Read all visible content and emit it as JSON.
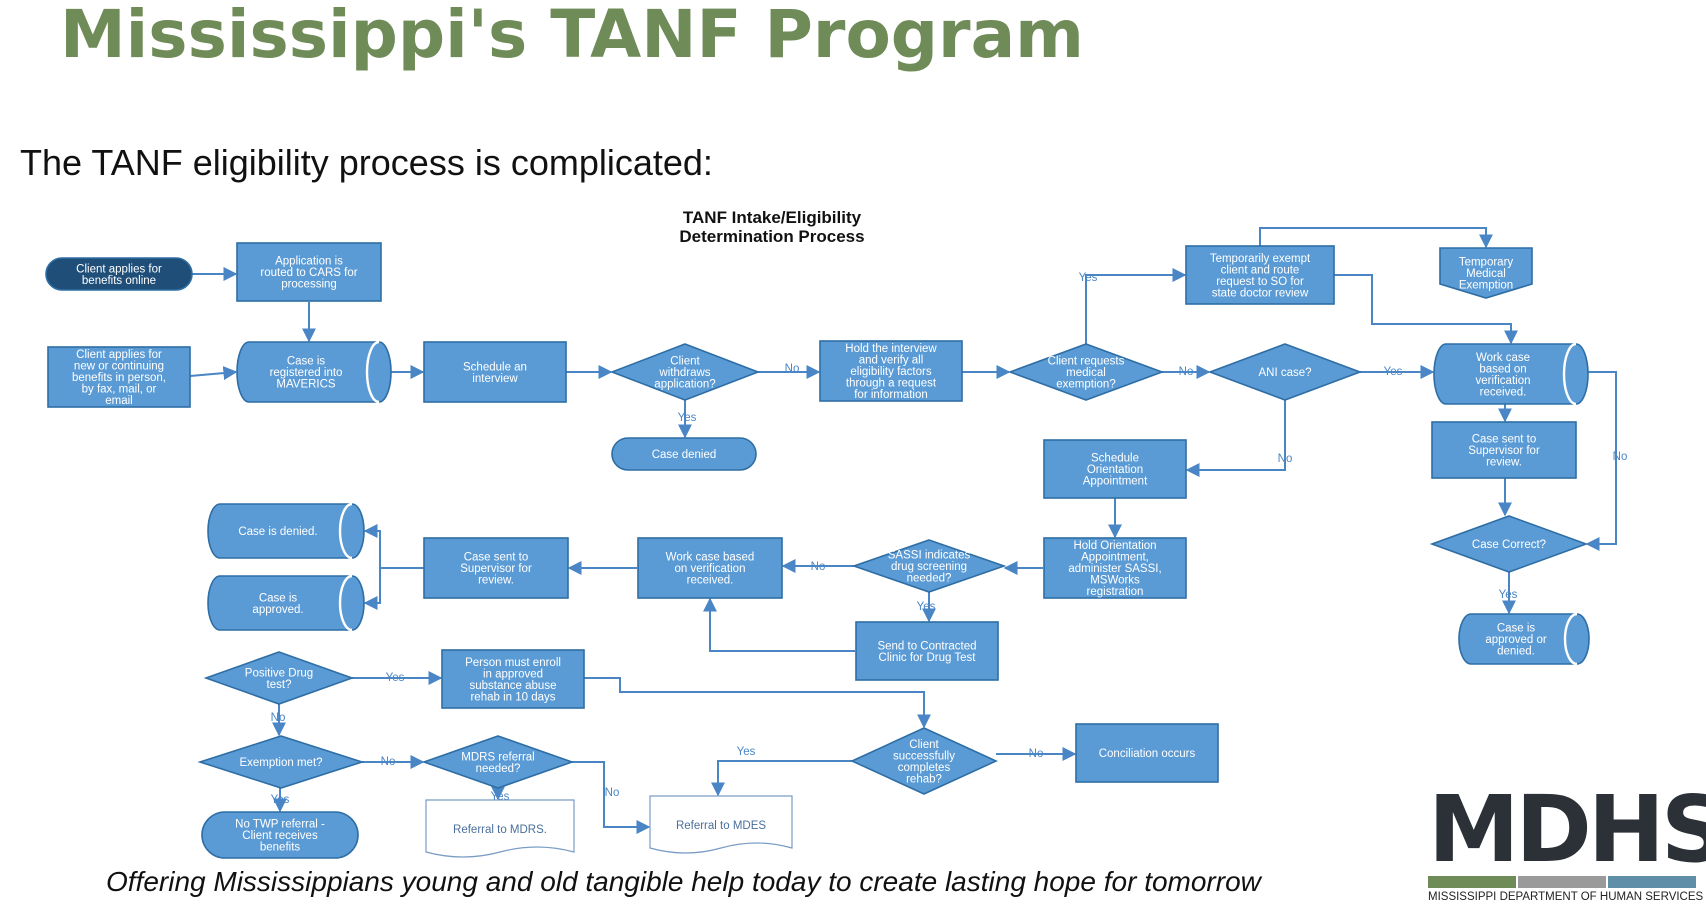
{
  "title": "Mississippi's TANF Program",
  "subtitle": "The TANF eligibility process is complicated:",
  "tagline": "Offering Mississippians young and old tangible help today to create lasting hope for tomorrow",
  "logo": {
    "text": "MDHS",
    "caption": "MISSISSIPPI DEPARTMENT OF HUMAN SERVICES",
    "bar_colors": [
      "#6f8b57",
      "#9a9a9a",
      "#5f8fa8"
    ]
  },
  "colors": {
    "shape_fill": "#5b9bd5",
    "shape_stroke": "#2e6ea5",
    "dark_fill": "#1f4e79",
    "arrow": "#4a86c5",
    "text": "#ffffff"
  },
  "flowchart": {
    "title_line1": "TANF Intake/Eligibility",
    "title_line2": "Determination Process",
    "nodes": {
      "n1": [
        "Client applies for",
        "benefits online"
      ],
      "n2": [
        "Application is",
        "routed to CARS for",
        "processing"
      ],
      "n3": [
        "Client applies for",
        "new or continuing",
        "benefits in person,",
        "by fax, mail, or",
        "email"
      ],
      "n4": [
        "Case is",
        "registered into",
        "MAVERICS"
      ],
      "n5": [
        "Schedule an",
        "interview"
      ],
      "n6": [
        "Client",
        "withdraws",
        "application?"
      ],
      "n7": [
        "Case denied"
      ],
      "n8": [
        "Hold the interview",
        "and verify all",
        "eligibility factors",
        "through a request",
        "for information"
      ],
      "n9": [
        "Client requests",
        "medical",
        "exemption?"
      ],
      "n10": [
        "Temporarily exempt",
        "client and route",
        "request to SO for",
        "state doctor review"
      ],
      "n11": [
        "Temporary",
        "Medical",
        "Exemption"
      ],
      "n12": [
        "ANI case?"
      ],
      "n13": [
        "Work case",
        "based on",
        "verification",
        "received."
      ],
      "n14": [
        "Case sent to",
        "Supervisor for",
        "review."
      ],
      "n15": [
        "Case Correct?"
      ],
      "n16": [
        "Case is",
        "approved or",
        "denied."
      ],
      "n17": [
        "Schedule",
        "Orientation",
        "Appointment"
      ],
      "n18": [
        "Hold Orientation",
        "Appointment,",
        "administer SASSI,",
        "MSWorks",
        "registration"
      ],
      "n19": [
        "SASSI indicates",
        "drug screening",
        "needed?"
      ],
      "n20": [
        "Send to Contracted",
        "Clinic for Drug Test"
      ],
      "n21": [
        "Work case based",
        "on verification",
        "received."
      ],
      "n22": [
        "Case sent to",
        "Supervisor for",
        "review."
      ],
      "n23": [
        "Case is denied."
      ],
      "n24": [
        "Case is",
        "approved."
      ],
      "n25": [
        "Positive Drug",
        "test?"
      ],
      "n26": [
        "Person must enroll",
        "in approved",
        "substance abuse",
        "rehab in 10 days"
      ],
      "n27": [
        "Client",
        "successfully",
        "completes",
        "rehab?"
      ],
      "n28": [
        "Conciliation occurs"
      ],
      "n29": [
        "Exemption met?"
      ],
      "n30": [
        "MDRS referral",
        "needed?"
      ],
      "n31": [
        "No TWP referral -",
        "Client receives",
        "benefits"
      ],
      "n32": [
        "Referral to MDRS."
      ],
      "n33": [
        "Referral to MDES"
      ]
    },
    "edge_labels": {
      "l1": "No",
      "l2": "Yes",
      "l3": "Yes",
      "l4": "No",
      "l5": "Yes",
      "l6": "No",
      "l7": "No",
      "l8": "Yes",
      "l9": "No",
      "l10": "Yes",
      "l11": "Yes",
      "l12": "No",
      "l13": "Yes",
      "l14": "No",
      "l15": "No",
      "l16": "Yes",
      "l17": "Yes",
      "l18": "No"
    }
  }
}
